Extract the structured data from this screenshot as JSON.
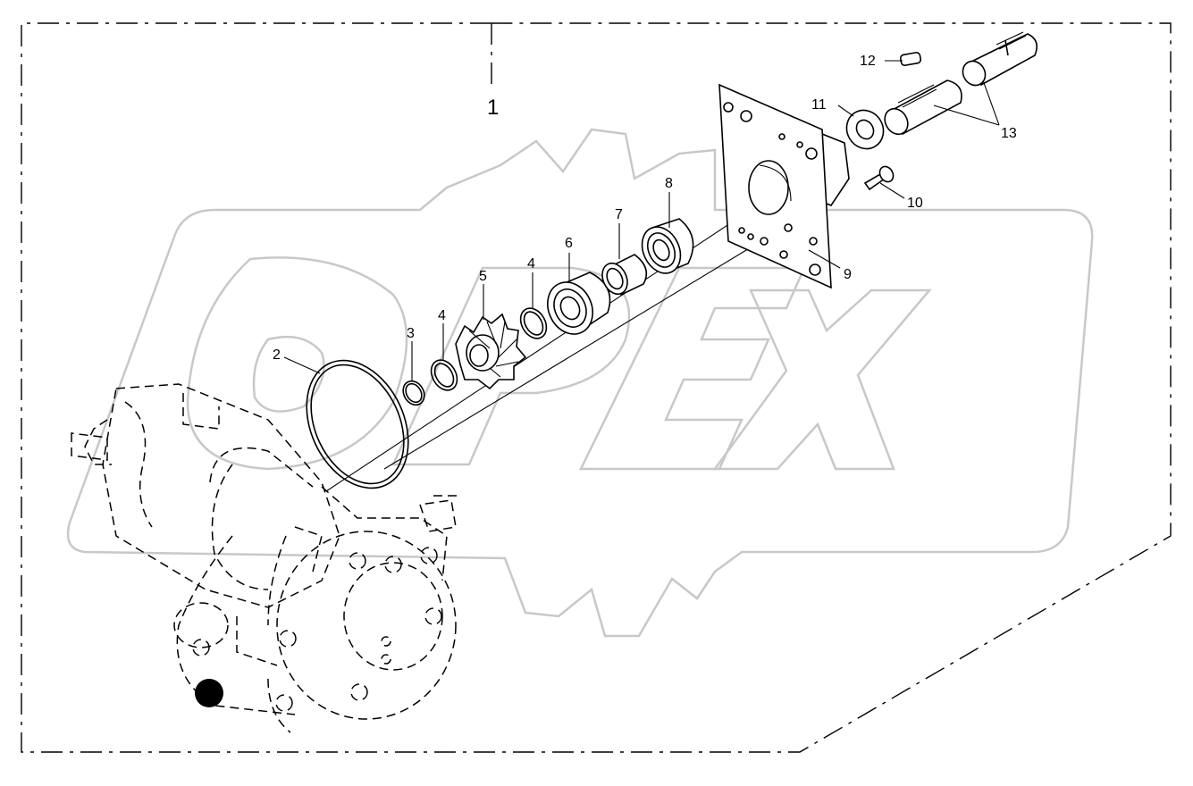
{
  "diagram": {
    "assembly_number": "1",
    "watermark_text": "OPEX",
    "callouts": [
      "2",
      "3",
      "4",
      "4",
      "5",
      "6",
      "7",
      "8",
      "9",
      "10",
      "11",
      "12",
      "13"
    ]
  }
}
